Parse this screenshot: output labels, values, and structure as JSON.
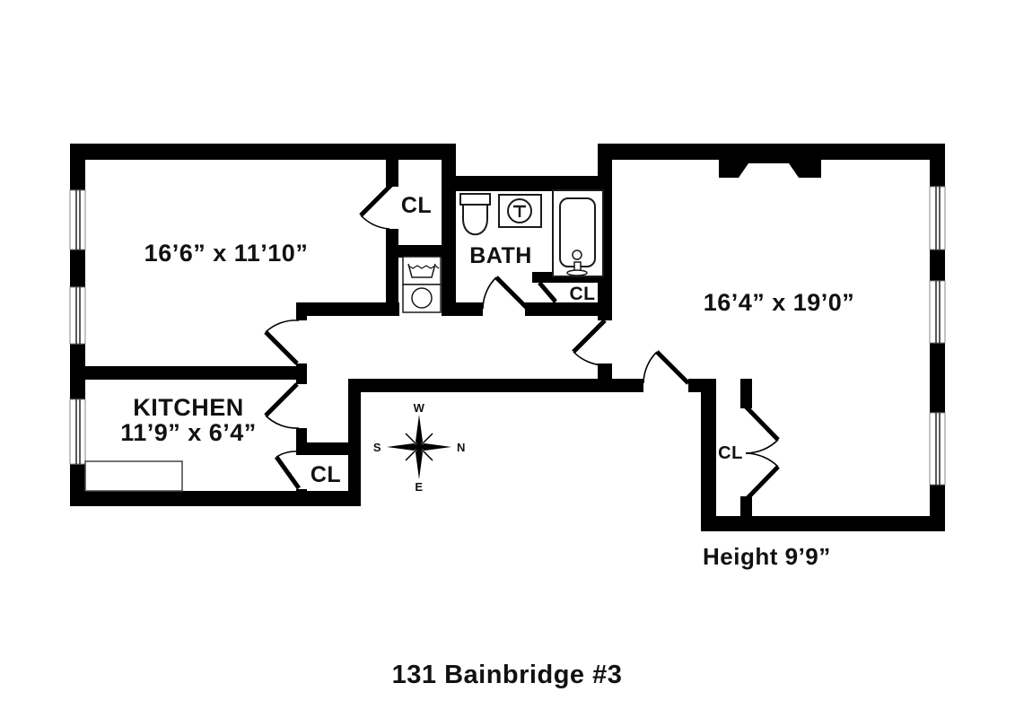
{
  "title": "131 Bainbridge #3",
  "rooms": {
    "bedroom": {
      "dims": "16’6” x 11’10”"
    },
    "kitchen": {
      "name": "KITCHEN",
      "dims": "11’9” x 6’4”"
    },
    "bath": {
      "name": "BATH"
    },
    "living_room": {
      "dims": "16’4” x 19’0”",
      "ceiling_height": "Height 9’9”"
    }
  },
  "closet_label": "CL",
  "compass": {
    "north": "N",
    "south": "S",
    "east": "E",
    "west": "W"
  },
  "colors": {
    "wall": "#000000",
    "background": "#ffffff"
  }
}
